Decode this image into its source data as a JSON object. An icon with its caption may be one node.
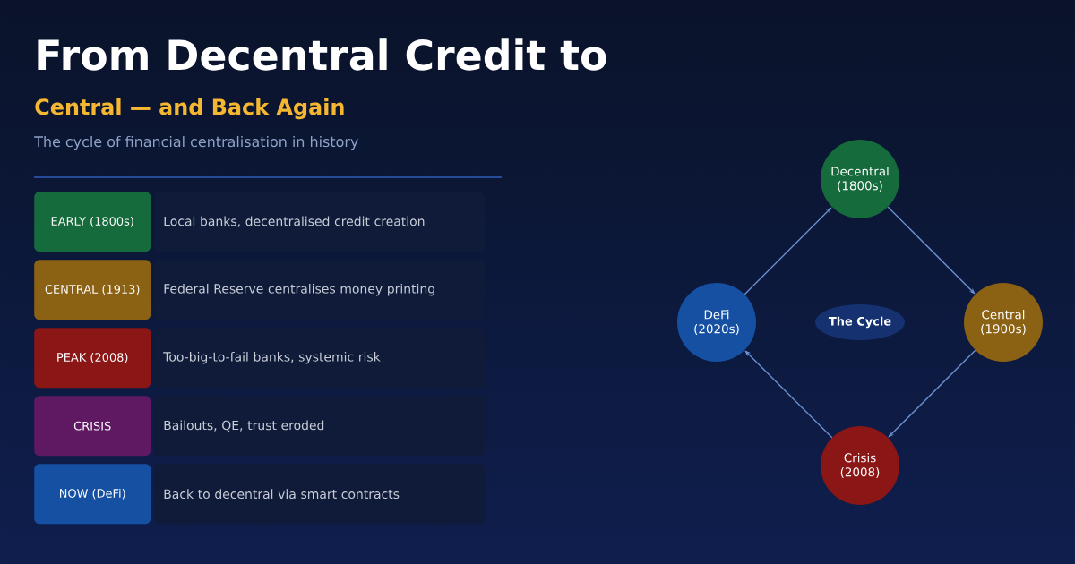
{
  "diagram": {
    "title": "From Decentral Credit to",
    "nodes": [
      {
        "text": [
          "EARLY (1800s)"
        ]
      },
      {
        "text": [
          "Local banks, decentralised credit creation"
        ]
      },
      {
        "text": [
          "CENTRAL (1913)"
        ]
      },
      {
        "text": [
          "Federal Reserve centralises money printing"
        ]
      },
      {
        "text": [
          "PEAK (2008)"
        ]
      },
      {
        "text": [
          "Too-big-to-fail banks, systemic risk"
        ]
      },
      {
        "text": [
          "CRISIS"
        ]
      },
      {
        "text": [
          "Bailouts, QE, trust eroded"
        ]
      },
      {
        "text": [
          "NOW (DeFi)"
        ]
      },
      {
        "text": [
          "Back to decentral via smart contracts"
        ]
      },
      {
        "text": [
          "Decentral (1800s)"
        ]
      },
      {
        "text": [
          "Central (1900s)"
        ]
      },
      {
        "text": [
          "Crisis (2008)"
        ]
      },
      {
        "text": [
          "DeFi (2020s)"
        ]
      },
      {
        "text": [
          "The Cycle"
        ]
      }
    ],
    "edges": [
      {
        "from": 10,
        "to": 11,
        "arrow": "to"
      },
      {
        "from": 11,
        "to": 12,
        "arrow": "to"
      },
      {
        "from": 12,
        "to": 13,
        "arrow": "to"
      },
      {
        "from": 13,
        "to": 10,
        "arrow": "to"
      }
    ],
    "labels": [
      "Central — and Back Again",
      "The cycle of financial centralisation in history"
    ]
  }
}
